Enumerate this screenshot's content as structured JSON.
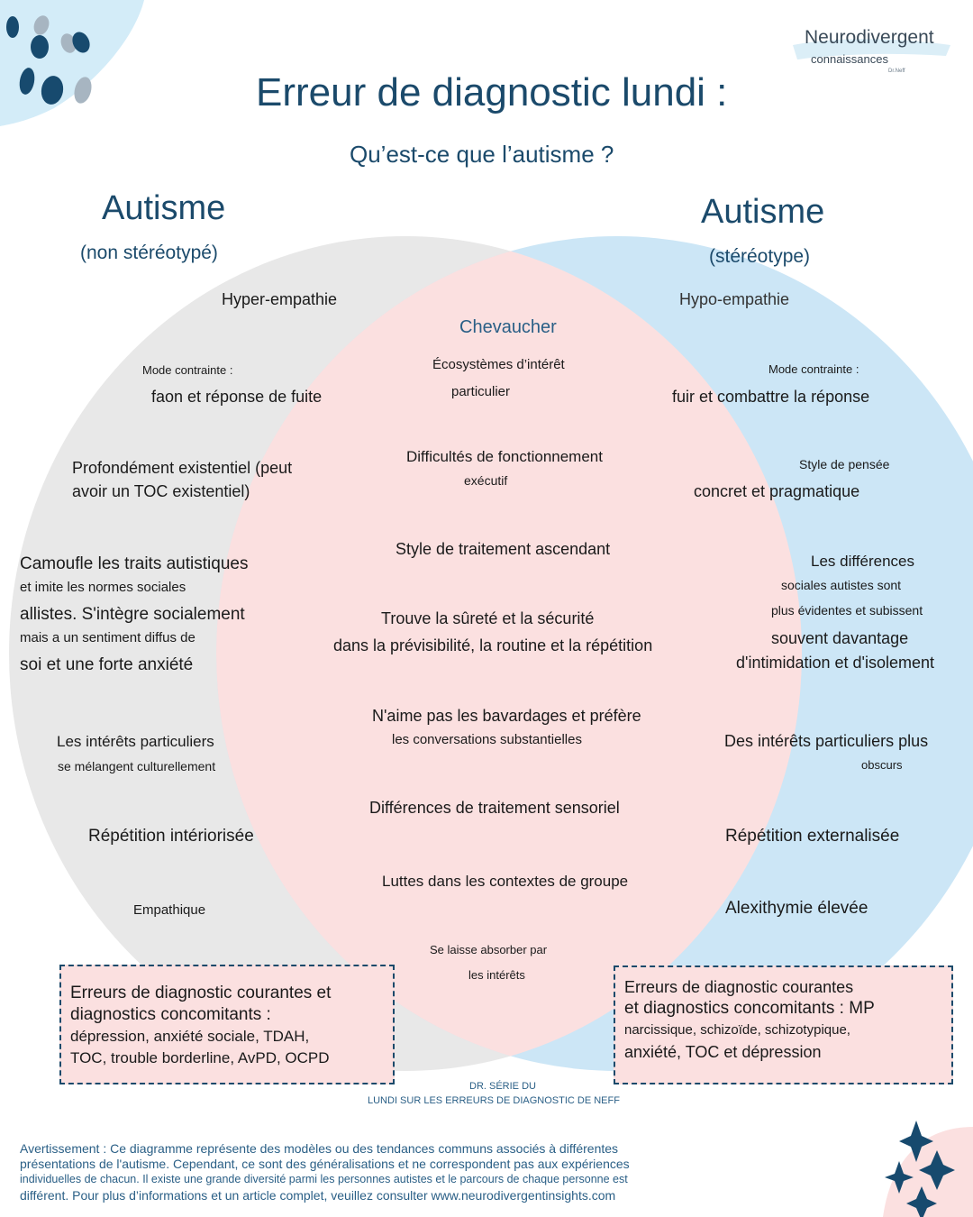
{
  "brand": {
    "name": "Neurodivergent",
    "sub": "connaissances",
    "author": "Dr.Neff"
  },
  "header": {
    "title": "Erreur de diagnostic lundi :",
    "subtitle": "Qu’est-ce que l’autisme ?"
  },
  "left": {
    "title": "Autisme",
    "subtitle": "(non stéréotypé)",
    "items": {
      "empathy": "Hyper-empathie",
      "mode_label": "Mode contrainte :",
      "mode_value": "faon et réponse de fuite",
      "existential_1": "Profondément existentiel (peut",
      "existential_2": "avoir un TOC existentiel)",
      "camo_1": "Camoufle les traits autistiques",
      "camo_2": "et imite les normes sociales",
      "camo_3": "allistes. S'intègre socialement",
      "camo_4": "mais a un sentiment diffus de",
      "camo_5": "soi et une forte anxiété",
      "interests_1": "Les intérêts particuliers",
      "interests_2": "se mélangent culturellement",
      "repetition": "Répétition intériorisée",
      "empathic": "Empathique"
    },
    "box": {
      "l1": "Erreurs de diagnostic courantes et",
      "l2": "diagnostics concomitants :",
      "l3": "dépression, anxiété sociale, TDAH,",
      "l4": "TOC, trouble borderline, AvPD, OCPD"
    }
  },
  "overlap": {
    "title": "Chevaucher",
    "items": {
      "eco_1": "Écosystèmes d’intérêt",
      "eco_2": "particulier",
      "exec_1": "Difficultés de fonctionnement",
      "exec_2": "exécutif",
      "bottom_up": "Style de traitement ascendant",
      "safety_1": "Trouve la sûreté et la sécurité",
      "safety_2": "dans la prévisibilité, la routine et la répétition",
      "talk_1": "N'aime pas les bavardages et préfère",
      "talk_2": "les conversations substantielles",
      "sensory": "Différences de traitement sensoriel",
      "groups": "Luttes dans les contextes de groupe",
      "absorb_1": "Se laisse absorber par",
      "absorb_2": "les intérêts"
    }
  },
  "right": {
    "title": "Autisme",
    "subtitle": "(stéréotype)",
    "items": {
      "empathy": "Hypo-empathie",
      "mode_label": "Mode contrainte :",
      "mode_value": "fuir et combattre la réponse",
      "thinking_label": "Style de pensée",
      "thinking_value": "concret et pragmatique",
      "diff_1": "Les différences",
      "diff_2": "sociales autistes sont",
      "diff_3": "plus évidentes et subissent",
      "diff_4": "souvent davantage",
      "diff_5": "d'intimidation et d'isolement",
      "interests_1": "Des intérêts particuliers plus",
      "interests_2": "obscurs",
      "repetition": "Répétition externalisée",
      "alexithymia": "Alexithymie élevée"
    },
    "box": {
      "l1": "Erreurs de diagnostic courantes",
      "l2": "et diagnostics concomitants : MP",
      "l3": "narcissique, schizoïde, schizotypique,",
      "l4": "anxiété, TOC et dépression"
    }
  },
  "series": {
    "l1": "DR. SÉRIE DU",
    "l2": "LUNDI SUR LES ERREURS DE DIAGNOSTIC DE NEFF"
  },
  "disclaimer": {
    "l1": "Avertissement : Ce diagramme représente des modèles ou des tendances communs associés à différentes",
    "l2": "présentations de l'autisme. Cependant, ce sont des généralisations et ne correspondent pas aux expériences",
    "l3": "individuelles de chacun. Il existe une grande diversité parmi les personnes autistes et le parcours de chaque personne est",
    "l4": "différent. Pour plus d’informations et un article complet, veuillez consulter www.neurodivergentinsights.com"
  },
  "colors": {
    "left_circle": "#e8e8e8",
    "right_circle": "#cce6f6",
    "overlap": "#fbe0e0",
    "title": "#1b4a6b",
    "dot_dark": "#174a6e",
    "dot_gray": "#a7b5c1",
    "corner_blob": "#d3ecf8"
  }
}
